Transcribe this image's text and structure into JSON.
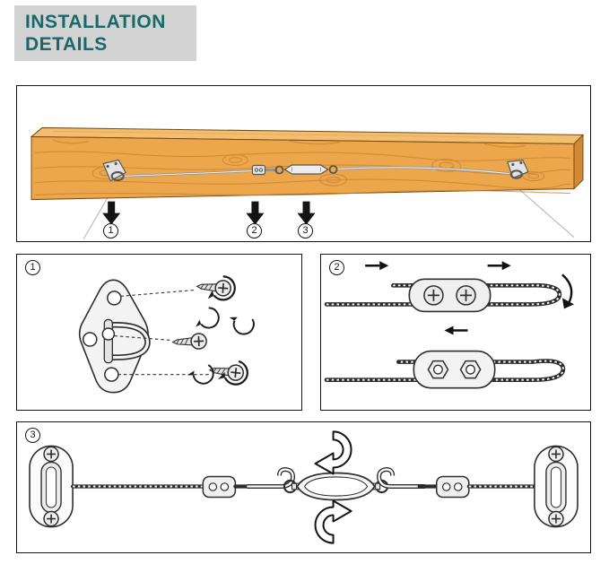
{
  "header": {
    "title_line1": "INSTALLATION",
    "title_line2": "DETAILS"
  },
  "overview": {
    "callouts": [
      "1",
      "2",
      "3"
    ]
  },
  "steps": {
    "labels": [
      "1",
      "2",
      "3"
    ]
  },
  "colors": {
    "title_teal": "#17696B",
    "banner_gray": "#D3D3D3",
    "wood_base": "#ECA64C",
    "wood_grain": "#C9822F",
    "line_black": "#141414"
  }
}
